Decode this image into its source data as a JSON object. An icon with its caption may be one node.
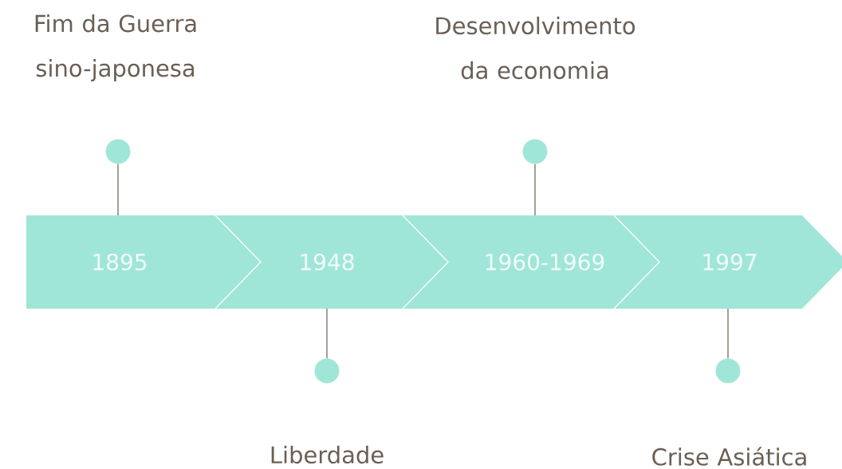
{
  "diagram": {
    "nodes": [
      {
        "text": [
          "1895"
        ]
      },
      {
        "text": [
          "1948"
        ]
      },
      {
        "text": [
          "1960-1969"
        ]
      },
      {
        "text": [
          "1997"
        ]
      },
      {
        "text": [],
        "shape": "circle",
        "beside": [
          "Fim da Guerra sino-japonesa"
        ]
      },
      {
        "text": [],
        "shape": "circle",
        "beside": [
          "Liberdade"
        ]
      },
      {
        "text": [],
        "shape": "circle",
        "beside": [
          "Desenvolvimento da economia"
        ]
      },
      {
        "text": [],
        "shape": "circle",
        "beside": [
          "Crise Asiática"
        ]
      }
    ],
    "edges": [
      {
        "from": 4,
        "to": 0,
        "arrow": "none"
      },
      {
        "from": 5,
        "to": 1,
        "arrow": "none"
      },
      {
        "from": 6,
        "to": 2,
        "arrow": "none"
      },
      {
        "from": 7,
        "to": 3,
        "arrow": "none"
      }
    ]
  }
}
